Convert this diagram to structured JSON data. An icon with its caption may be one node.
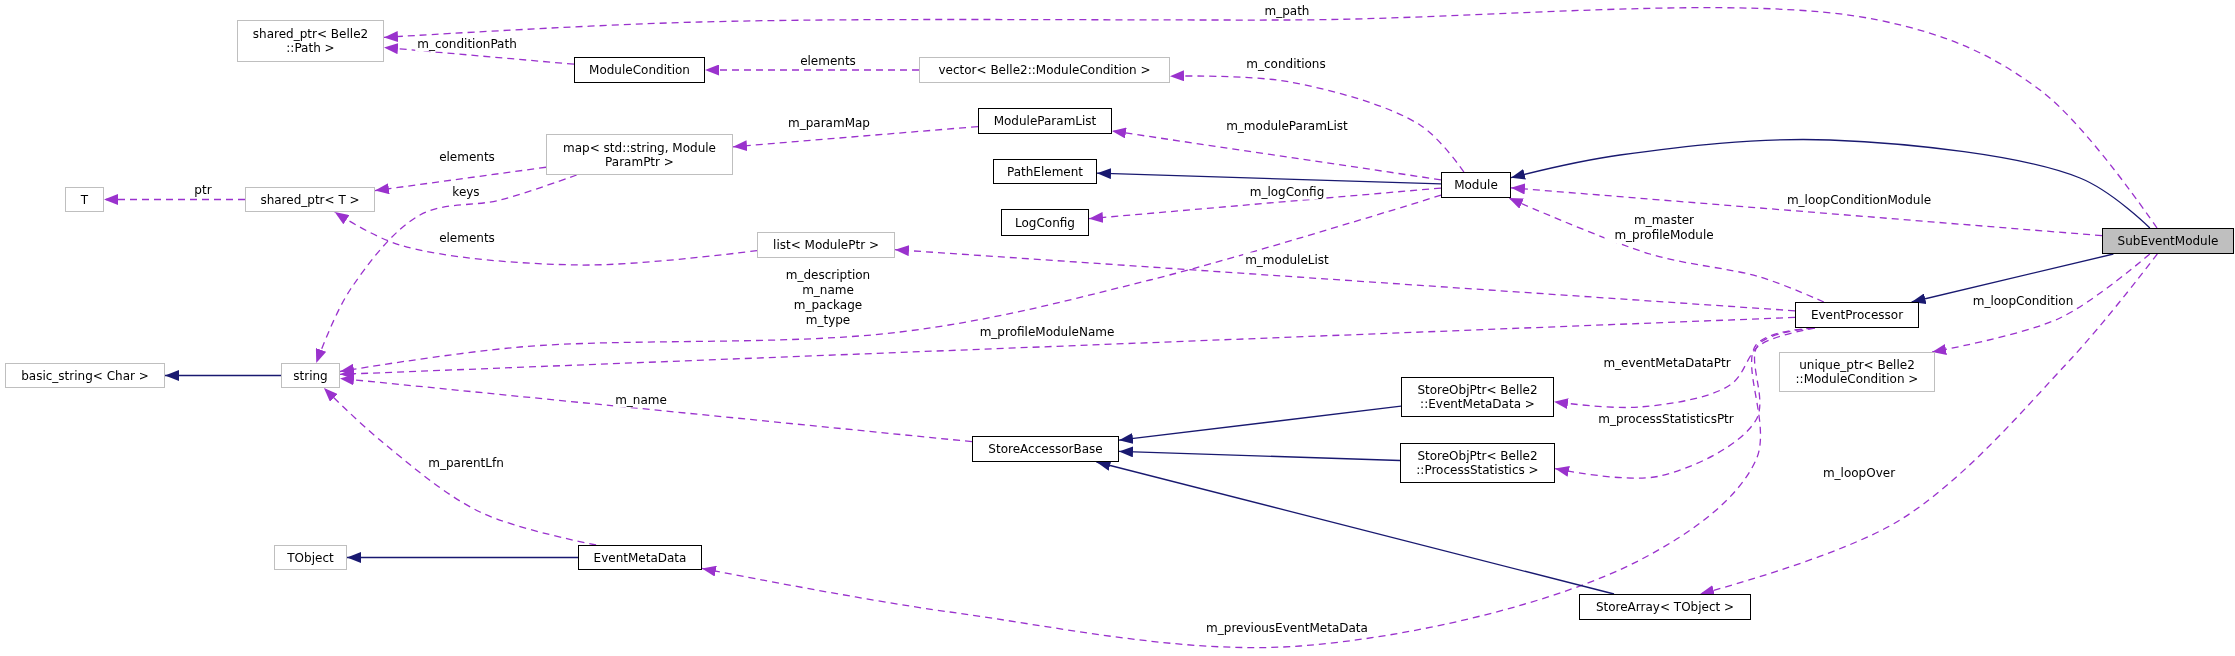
{
  "diagram": {
    "nodes": [
      {
        "text": [
          "shared_ptr< Belle2 ::Path >"
        ]
      },
      {
        "text": [
          "ModuleCondition"
        ]
      },
      {
        "text": [
          "vector< Belle2::ModuleCondition >"
        ]
      },
      {
        "text": [
          "ModuleParamList"
        ]
      },
      {
        "text": [
          "map< std::string, Module ParamPtr >"
        ]
      },
      {
        "text": [
          "T"
        ]
      },
      {
        "text": [
          "shared_ptr< T >"
        ]
      },
      {
        "text": [
          "PathElement"
        ]
      },
      {
        "text": [
          "Module"
        ]
      },
      {
        "text": [
          "LogConfig"
        ]
      },
      {
        "text": [
          "list< ModulePtr >"
        ]
      },
      {
        "text": [
          "SubEventModule"
        ]
      },
      {
        "text": [
          "EventProcessor"
        ]
      },
      {
        "text": [
          "basic_string< Char >"
        ]
      },
      {
        "text": [
          "string"
        ]
      },
      {
        "text": [
          "unique_ptr< Belle2 ::ModuleCondition >"
        ]
      },
      {
        "text": [
          "StoreObjPtr< Belle2 ::EventMetaData >"
        ]
      },
      {
        "text": [
          "StoreAccessorBase"
        ]
      },
      {
        "text": [
          "StoreObjPtr< Belle2 ::ProcessStatistics >"
        ]
      },
      {
        "text": [
          "TObject"
        ]
      },
      {
        "text": [
          "EventMetaData"
        ]
      },
      {
        "text": [
          "StoreArray< TObject >"
        ]
      }
    ],
    "edges": [
      {
        "from": 11,
        "to": 0,
        "arrow": "to",
        "label": "m_path",
        "style": "dashed"
      },
      {
        "from": 1,
        "to": 0,
        "arrow": "to",
        "label": "m_conditionPath",
        "style": "dashed"
      },
      {
        "from": 2,
        "to": 1,
        "arrow": "to",
        "label": "elements",
        "style": "dashed"
      },
      {
        "from": 8,
        "to": 2,
        "arrow": "to",
        "label": "m_conditions",
        "style": "dashed"
      },
      {
        "from": 3,
        "to": 4,
        "arrow": "to",
        "label": "m_paramMap",
        "style": "dashed"
      },
      {
        "from": 8,
        "to": 3,
        "arrow": "to",
        "label": "m_moduleParamList",
        "style": "dashed"
      },
      {
        "from": 4,
        "to": 6,
        "arrow": "to",
        "label": "elements",
        "style": "dashed"
      },
      {
        "from": 6,
        "to": 5,
        "arrow": "to",
        "label": "ptr",
        "style": "dashed"
      },
      {
        "from": 4,
        "to": 14,
        "arrow": "to",
        "label": "keys",
        "style": "dashed"
      },
      {
        "from": 10,
        "to": 6,
        "arrow": "to",
        "label": "elements",
        "style": "dashed"
      },
      {
        "from": 8,
        "to": 9,
        "arrow": "to",
        "label": "m_logConfig",
        "style": "dashed"
      },
      {
        "from": 8,
        "to": 14,
        "arrow": "to",
        "label": "m_description m_name m_package m_type",
        "style": "dashed"
      },
      {
        "from": 11,
        "to": 8,
        "arrow": "to",
        "color": "#191970"
      },
      {
        "from": 11,
        "to": 8,
        "arrow": "to",
        "label": "m_loopConditionModule",
        "style": "dashed"
      },
      {
        "from": 12,
        "to": 8,
        "arrow": "to",
        "label": "m_master m_profileModule",
        "style": "dashed"
      },
      {
        "from": 12,
        "to": 10,
        "arrow": "to",
        "label": "m_moduleList",
        "style": "dashed"
      },
      {
        "from": 12,
        "to": 14,
        "arrow": "to",
        "label": "m_profileModuleName",
        "style": "dashed"
      },
      {
        "from": 17,
        "to": 14,
        "arrow": "to",
        "label": "m_name",
        "style": "dashed"
      },
      {
        "from": 20,
        "to": 14,
        "arrow": "to",
        "label": "m_parentLfn",
        "style": "dashed"
      },
      {
        "from": 12,
        "to": 16,
        "arrow": "to",
        "label": "m_eventMetaDataPtr",
        "style": "dashed"
      },
      {
        "from": 12,
        "to": 18,
        "arrow": "to",
        "label": "m_processStatisticsPtr",
        "style": "dashed"
      },
      {
        "from": 12,
        "to": 20,
        "arrow": "to",
        "label": "m_previousEventMetaData",
        "style": "dashed"
      },
      {
        "from": 11,
        "to": 15,
        "arrow": "to",
        "label": "m_loopCondition",
        "style": "dashed"
      },
      {
        "from": 11,
        "to": 21,
        "arrow": "to",
        "label": "m_loopOver",
        "style": "dashed"
      },
      {
        "from": 8,
        "to": 7,
        "arrow": "to",
        "color": "#191970"
      },
      {
        "from": 14,
        "to": 13,
        "arrow": "to",
        "color": "#191970"
      },
      {
        "from": 16,
        "to": 17,
        "arrow": "to",
        "color": "#191970"
      },
      {
        "from": 18,
        "to": 17,
        "arrow": "to",
        "color": "#191970"
      },
      {
        "from": 21,
        "to": 17,
        "arrow": "to",
        "color": "#191970"
      },
      {
        "from": 20,
        "to": 19,
        "arrow": "to",
        "color": "#191970"
      },
      {
        "from": 11,
        "to": 12,
        "arrow": "to",
        "color": "#191970"
      }
    ]
  }
}
